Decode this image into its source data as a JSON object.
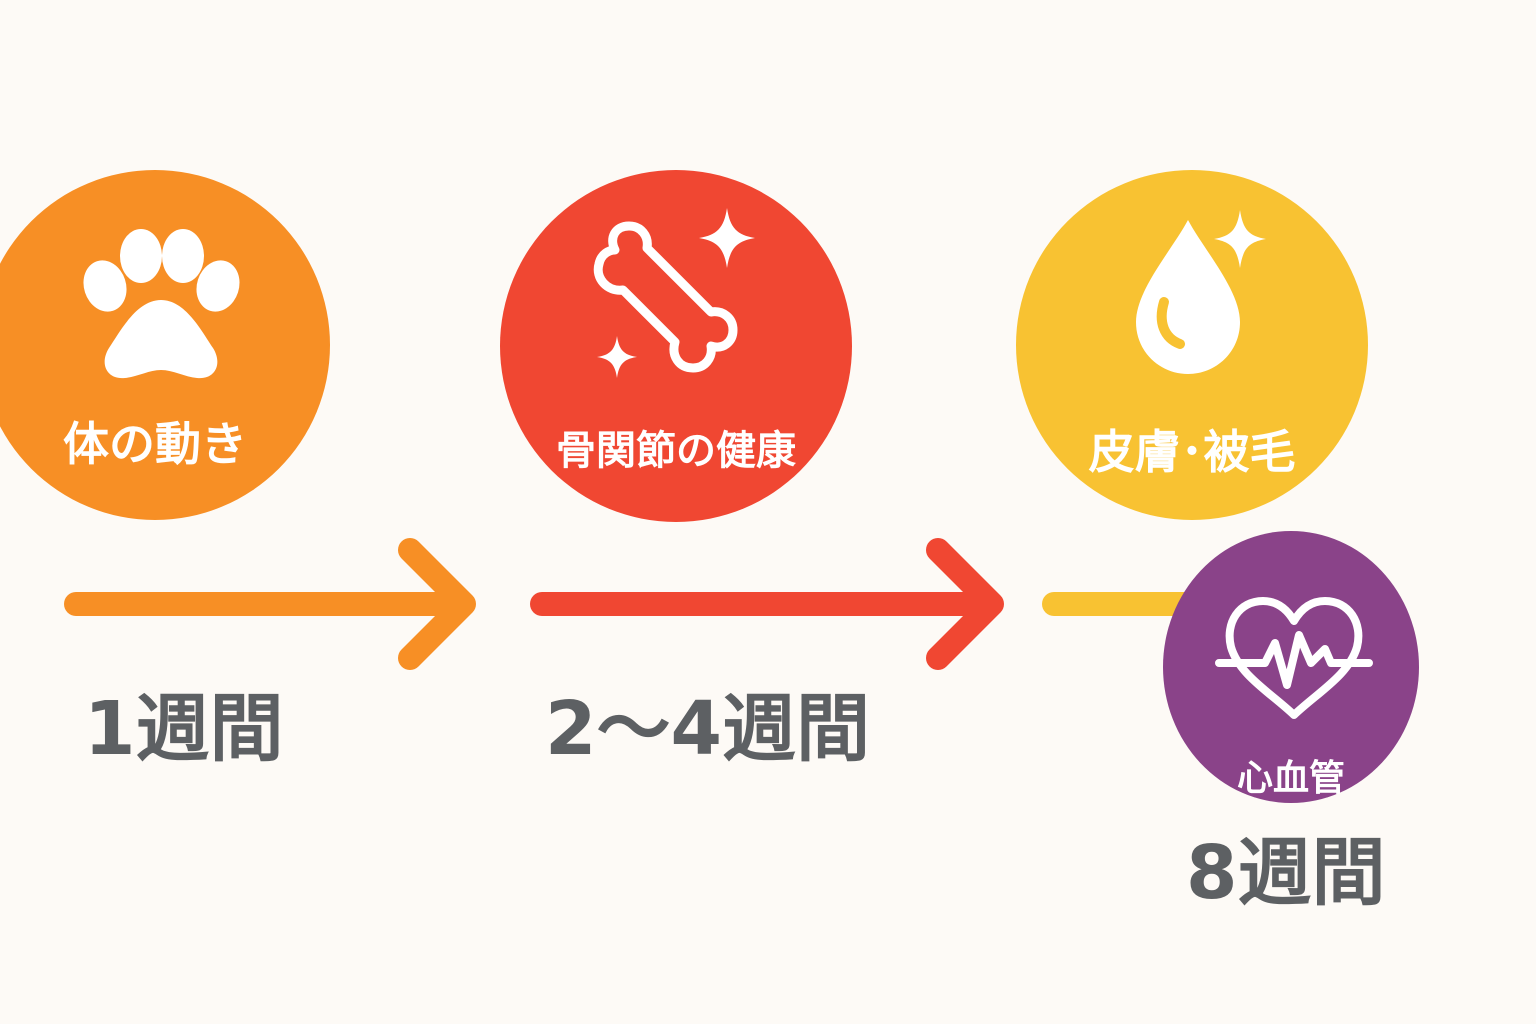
{
  "colors": {
    "background": "#fdfaf6",
    "stage1": "#f78f25",
    "stage2": "#f04732",
    "stage3": "#f8c232",
    "stage4": "#8a4389",
    "period_text": "#5d6063",
    "icon": "#ffffff"
  },
  "stages": [
    {
      "label": "体の動き",
      "icon": "paw-icon",
      "period": "1週間"
    },
    {
      "label": "骨関節の健康",
      "icon": "bone-icon",
      "period": "2～4週間"
    },
    {
      "label": "皮膚･被毛",
      "icon": "drop-icon",
      "period": "8週間"
    },
    {
      "label": "心血管",
      "icon": "heart-pulse-icon",
      "period": ""
    }
  ]
}
